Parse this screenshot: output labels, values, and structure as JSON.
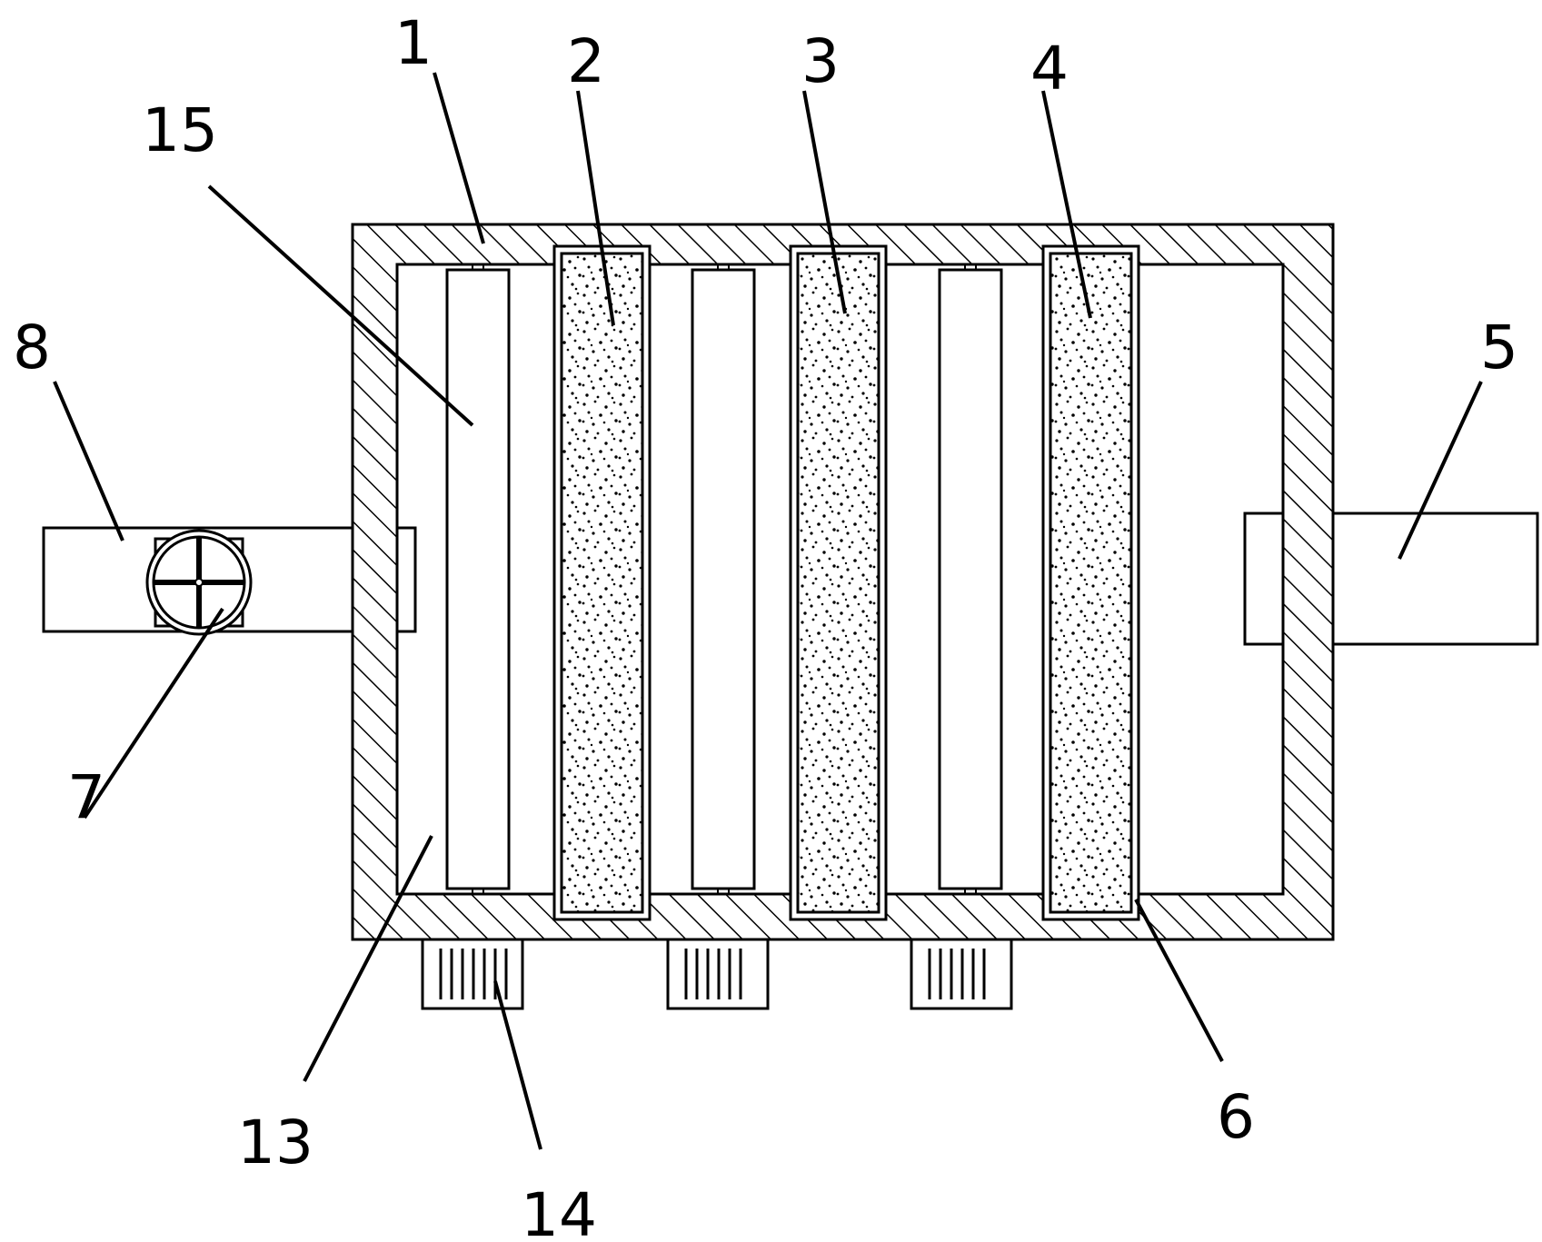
{
  "diagram": {
    "callouts": [
      {
        "id": "c1",
        "text": "1"
      },
      {
        "id": "c2",
        "text": "2"
      },
      {
        "id": "c3",
        "text": "3"
      },
      {
        "id": "c4",
        "text": "4"
      },
      {
        "id": "c5",
        "text": "5"
      },
      {
        "id": "c6",
        "text": "6"
      },
      {
        "id": "c7",
        "text": "7"
      },
      {
        "id": "c8",
        "text": "8"
      },
      {
        "id": "c13",
        "text": "13"
      },
      {
        "id": "c14",
        "text": "14"
      },
      {
        "id": "c15",
        "text": "15"
      }
    ],
    "colors": {
      "line": "#000000",
      "background": "#ffffff"
    }
  }
}
